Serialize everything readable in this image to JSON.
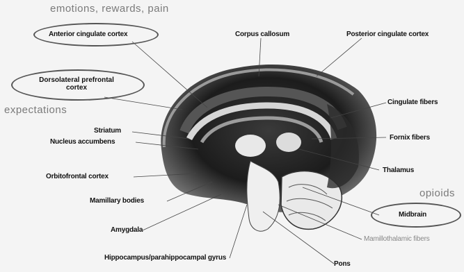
{
  "categories": {
    "top": "emotions, rewards, pain",
    "left": "expectations",
    "right": "opioids"
  },
  "labels": {
    "anterior_cingulate": "Anterior cingulate cortex",
    "dorsolateral_line1": "Dorsolateral prefrontal",
    "dorsolateral_line2": "cortex",
    "corpus_callosum": "Corpus callosum",
    "posterior_cingulate": "Posterior cingulate cortex",
    "cingulate_fibers": "Cingulate fibers",
    "fornix_fibers": "Fornix fibers",
    "thalamus": "Thalamus",
    "striatum": "Striatum",
    "nucleus_accumbens": "Nucleus accumbens",
    "orbitofrontal": "Orbitofrontal cortex",
    "mamillary": "Mamillary bodies",
    "amygdala": "Amygdala",
    "hippocampus": "Hippocampus/parahippocampal gyrus",
    "midbrain": "Midbrain",
    "mamillothalamic": "Mamillothalamic fibers",
    "pons": "Pons"
  }
}
